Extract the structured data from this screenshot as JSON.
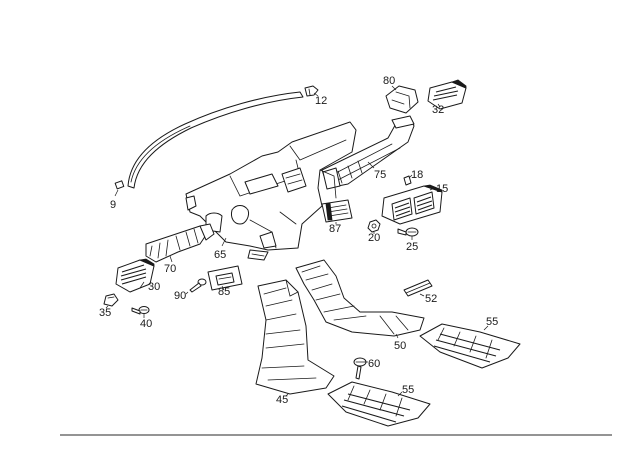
{
  "callouts": {
    "p9": "9",
    "p12": "12",
    "p80": "80",
    "p32": "32",
    "p75": "75",
    "p18": "18",
    "p15": "15",
    "p87": "87",
    "p20": "20",
    "p25": "25",
    "p65": "65",
    "p70": "70",
    "p30": "30",
    "p90": "90",
    "p85": "85",
    "p35": "35",
    "p40": "40",
    "p52": "52",
    "p50": "50",
    "p55a": "55",
    "p60": "60",
    "p55b": "55",
    "p45": "45"
  },
  "colors": {
    "line": "#1a1a1a",
    "baseline": "#555555",
    "background": "#ffffff"
  }
}
